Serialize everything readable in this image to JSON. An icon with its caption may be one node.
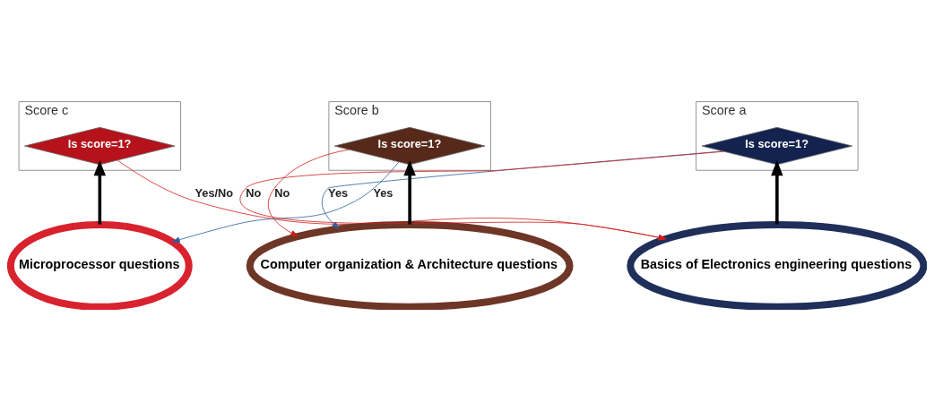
{
  "diagram": {
    "nodes": [
      {
        "text": [
          "Score c"
        ]
      },
      {
        "text": [
          "Is score=1?"
        ],
        "in": 0
      },
      {
        "text": [
          "Score b"
        ]
      },
      {
        "text": [
          "Is score=1?"
        ],
        "in": 2
      },
      {
        "text": [
          "Score a"
        ]
      },
      {
        "text": [
          "Is score=1?"
        ],
        "in": 4
      },
      {
        "text": [
          "Microprocessor questions"
        ]
      },
      {
        "text": [
          "Computer organization & Architecture questions"
        ]
      },
      {
        "text": [
          "Basics of Electronics engineering questions"
        ]
      }
    ],
    "edges": [
      {
        "from": 6,
        "to": 1,
        "arrow": "to",
        "style": "thick",
        "color": "#000000"
      },
      {
        "from": 1,
        "to": 8,
        "arrow": "to",
        "label": "Yes/No",
        "color": "#d01c1c"
      },
      {
        "from": 7,
        "to": 3,
        "arrow": "to",
        "style": "thick",
        "color": "#000000"
      },
      {
        "from": 3,
        "to": 6,
        "arrow": "to",
        "label": "Yes",
        "color": "#2f5d9a"
      },
      {
        "from": 3,
        "to": 7,
        "arrow": "to",
        "label": "No",
        "color": "#d01c1c"
      },
      {
        "from": 8,
        "to": 5,
        "arrow": "to",
        "style": "thick",
        "color": "#000000"
      },
      {
        "from": 5,
        "to": 7,
        "arrow": "to",
        "label": "Yes",
        "color": "#2f5d9a"
      },
      {
        "from": 5,
        "to": 8,
        "arrow": "to",
        "label": "No",
        "color": "#d01c1c"
      }
    ]
  }
}
